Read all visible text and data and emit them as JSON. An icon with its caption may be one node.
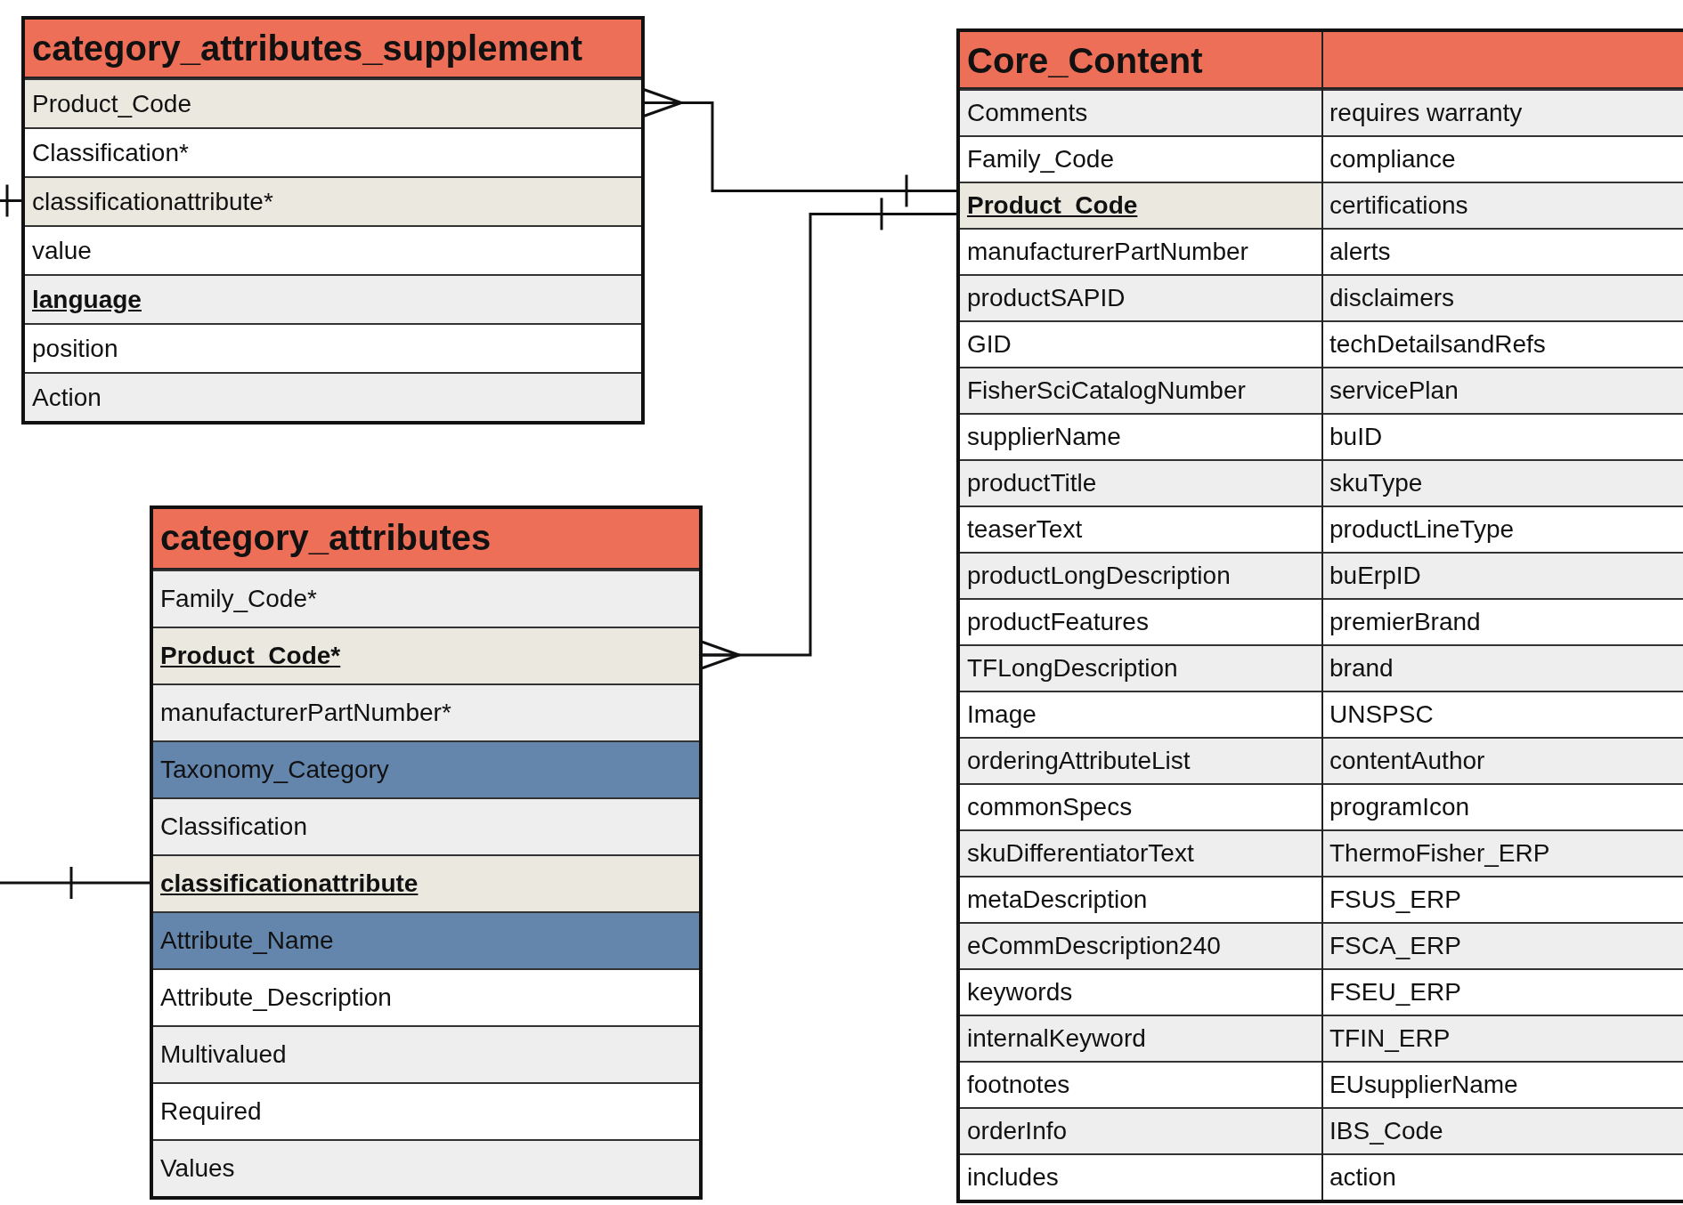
{
  "diagram": {
    "nodes": [
      {
        "text": [
          "category_attributes_supplement"
        ]
      },
      {
        "text": [
          "Product_Code"
        ],
        "in": 0
      },
      {
        "text": [
          "Classification*"
        ],
        "in": 0
      },
      {
        "text": [
          "classificationattribute*"
        ],
        "in": 0
      },
      {
        "text": [
          "value"
        ],
        "in": 0
      },
      {
        "text": [
          "language"
        ],
        "in": 0
      },
      {
        "text": [
          "position"
        ],
        "in": 0
      },
      {
        "text": [
          "Action"
        ],
        "in": 0
      },
      {
        "text": [
          "category_attributes"
        ]
      },
      {
        "text": [
          "Family_Code*"
        ],
        "in": 8
      },
      {
        "text": [
          "Product_Code*"
        ],
        "in": 8
      },
      {
        "text": [
          "manufacturerPartNumber*"
        ],
        "in": 8
      },
      {
        "text": [
          "Taxonomy_Category"
        ],
        "in": 8
      },
      {
        "text": [
          "Classification"
        ],
        "in": 8
      },
      {
        "text": [
          "classificationattribute"
        ],
        "in": 8
      },
      {
        "text": [
          "Attribute_Name"
        ],
        "in": 8
      },
      {
        "text": [
          "Attribute_Description"
        ],
        "in": 8
      },
      {
        "text": [
          "Multivalued"
        ],
        "in": 8
      },
      {
        "text": [
          "Required"
        ],
        "in": 8
      },
      {
        "text": [
          "Values"
        ],
        "in": 8
      },
      {
        "text": [
          "Core_Content"
        ]
      },
      {
        "text": [
          "Comments"
        ],
        "in": 20
      },
      {
        "text": [
          "requires warranty"
        ],
        "in": 20
      },
      {
        "text": [
          "Family_Code"
        ],
        "in": 20
      },
      {
        "text": [
          "compliance"
        ],
        "in": 20
      },
      {
        "text": [
          "Product_Code"
        ],
        "in": 20
      },
      {
        "text": [
          "certifications"
        ],
        "in": 20
      },
      {
        "text": [
          "manufacturerPartNumber"
        ],
        "in": 20
      },
      {
        "text": [
          "alerts"
        ],
        "in": 20
      },
      {
        "text": [
          "productSAPID"
        ],
        "in": 20
      },
      {
        "text": [
          "disclaimers"
        ],
        "in": 20
      },
      {
        "text": [
          "GID"
        ],
        "in": 20
      },
      {
        "text": [
          "techDetailsandRefs"
        ],
        "in": 20
      },
      {
        "text": [
          "FisherSciCatalogNumber"
        ],
        "in": 20
      },
      {
        "text": [
          "servicePlan"
        ],
        "in": 20
      },
      {
        "text": [
          "supplierName"
        ],
        "in": 20
      },
      {
        "text": [
          "buID"
        ],
        "in": 20
      },
      {
        "text": [
          "productTitle"
        ],
        "in": 20
      },
      {
        "text": [
          "skuType"
        ],
        "in": 20
      },
      {
        "text": [
          "teaserText"
        ],
        "in": 20
      },
      {
        "text": [
          "productLineType"
        ],
        "in": 20
      },
      {
        "text": [
          "productLongDescription"
        ],
        "in": 20
      },
      {
        "text": [
          "buErpID"
        ],
        "in": 20
      },
      {
        "text": [
          "productFeatures"
        ],
        "in": 20
      },
      {
        "text": [
          "premierBrand"
        ],
        "in": 20
      },
      {
        "text": [
          "TFLongDescription"
        ],
        "in": 20
      },
      {
        "text": [
          "brand"
        ],
        "in": 20
      },
      {
        "text": [
          "Image"
        ],
        "in": 20
      },
      {
        "text": [
          "UNSPSC"
        ],
        "in": 20
      },
      {
        "text": [
          "orderingAttributeList"
        ],
        "in": 20
      },
      {
        "text": [
          "contentAuthor"
        ],
        "in": 20
      },
      {
        "text": [
          "commonSpecs"
        ],
        "in": 20
      },
      {
        "text": [
          "programIcon"
        ],
        "in": 20
      },
      {
        "text": [
          "skuDifferentiatorText"
        ],
        "in": 20
      },
      {
        "text": [
          "ThermoFisher_ERP"
        ],
        "in": 20
      },
      {
        "text": [
          "metaDescription"
        ],
        "in": 20
      },
      {
        "text": [
          "FSUS_ERP"
        ],
        "in": 20
      },
      {
        "text": [
          "eCommDescription240"
        ],
        "in": 20
      },
      {
        "text": [
          "FSCA_ERP"
        ],
        "in": 20
      },
      {
        "text": [
          "keywords"
        ],
        "in": 20
      },
      {
        "text": [
          "FSEU_ERP"
        ],
        "in": 20
      },
      {
        "text": [
          "internalKeyword"
        ],
        "in": 20
      },
      {
        "text": [
          "TFIN_ERP"
        ],
        "in": 20
      },
      {
        "text": [
          "footnotes"
        ],
        "in": 20
      },
      {
        "text": [
          "EUsupplierName"
        ],
        "in": 20
      },
      {
        "text": [
          "orderInfo"
        ],
        "in": 20
      },
      {
        "text": [
          "IBS_Code"
        ],
        "in": 20
      },
      {
        "text": [
          "includes"
        ],
        "in": 20
      },
      {
        "text": [
          "action"
        ],
        "in": 20
      }
    ],
    "edges": [
      {
        "from": 1,
        "to": 25,
        "arrow": "other"
      },
      {
        "from": 10,
        "to": 25,
        "arrow": "other"
      },
      {
        "from": null,
        "to": 3,
        "arrow": "other"
      },
      {
        "from": null,
        "to": 14,
        "arrow": "other"
      }
    ]
  }
}
